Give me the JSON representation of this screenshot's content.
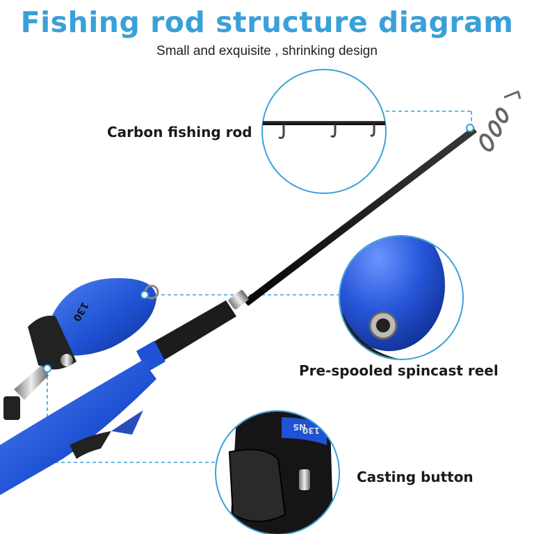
{
  "header": {
    "title": "Fishing rod structure diagram",
    "subtitle": "Small and exquisite , shrinking design"
  },
  "callouts": [
    {
      "label": "Carbon fishing rod"
    },
    {
      "label": "Pre-spooled spincast reel"
    },
    {
      "label": "Casting button"
    }
  ],
  "product_markings": {
    "reel_number": "130",
    "reel_brand_text": "NS"
  },
  "colors": {
    "title_blue": "#3aa0d8",
    "callout_line": "#3aa0d8",
    "reel_blue": "#1f52d4",
    "rod_black": "#111111"
  }
}
